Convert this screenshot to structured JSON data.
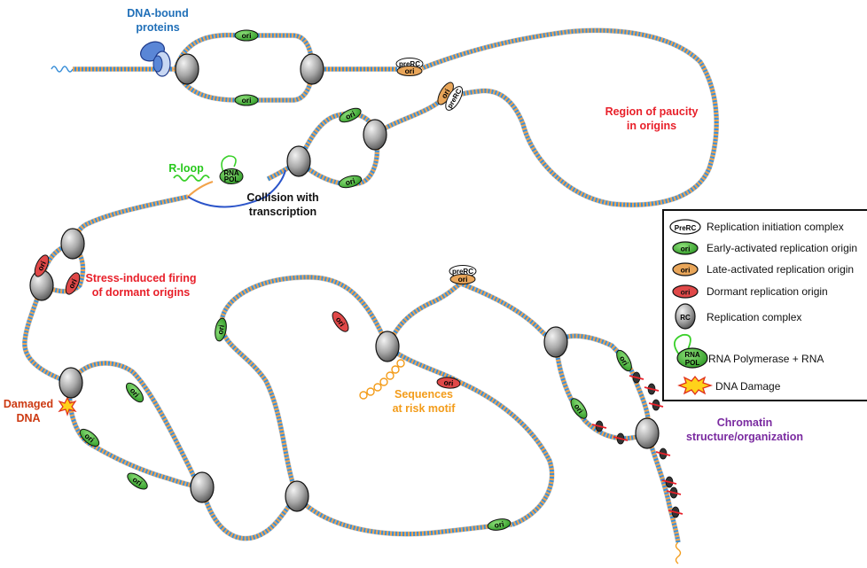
{
  "colors": {
    "strand_blue": "#3a8fd8",
    "strand_orange": "#f2a24a",
    "early_ori": "#4caf3c",
    "late_ori": "#e9a65a",
    "dormant_ori": "#e04848",
    "rc_gray": "#9c9c9c",
    "red_label": "#e8202a",
    "blue_label": "#1f6fb8",
    "green_label": "#27c81c",
    "orange_label": "#f39c1a",
    "purple_label": "#7a2aa0",
    "damage_label": "#cc3a12"
  },
  "labels": {
    "dna_bound_proteins": [
      "DNA-bound",
      "proteins"
    ],
    "region_paucity": [
      "Region of paucity",
      "in origins"
    ],
    "r_loop": "R-loop",
    "collision": [
      "Collision with",
      "transcription"
    ],
    "stress_firing": [
      "Stress-induced firing",
      "of dormant origins"
    ],
    "damaged_dna": [
      "Damaged",
      "DNA"
    ],
    "sequences_risk": [
      "Sequences",
      "at risk motif"
    ],
    "chromatin": [
      "Chromatin",
      "structure/organization"
    ]
  },
  "glyph_text": {
    "ori": "ori",
    "prerc_upper": "preRC",
    "prerc_legend": "PreRC",
    "rc": "RC",
    "rna": "RNA",
    "pol": "POL"
  },
  "legend": {
    "items": [
      {
        "icon": "prerc-icon",
        "text": "Replication initiation complex"
      },
      {
        "icon": "early-ori-icon",
        "text": "Early-activated replication origin"
      },
      {
        "icon": "late-ori-icon",
        "text": "Late-activated replication origin"
      },
      {
        "icon": "dormant-ori-icon",
        "text": "Dormant replication origin"
      },
      {
        "icon": "rc-icon",
        "text": "Replication complex"
      },
      {
        "icon": "rna-pol-icon",
        "text": "RNA Polymerase + RNA"
      },
      {
        "icon": "dna-damage-icon",
        "text": "DNA Damage"
      }
    ]
  }
}
